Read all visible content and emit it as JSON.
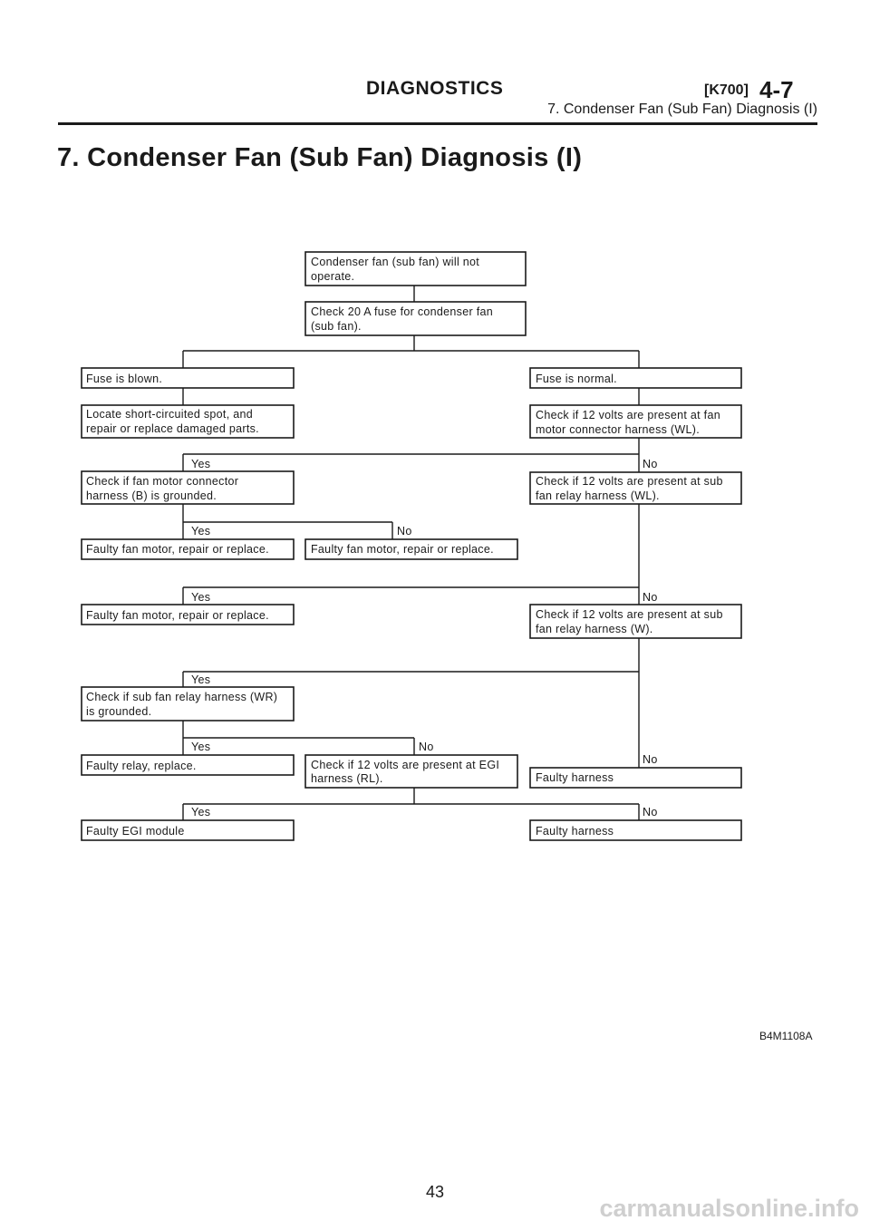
{
  "header": {
    "section": "DIAGNOSTICS",
    "code": "[K700]",
    "chapter": "4-7",
    "subtitle": "7. Condenser Fan (Sub Fan) Diagnosis (I)"
  },
  "title": "7. Condenser Fan (Sub Fan) Diagnosis (I)",
  "boxes": {
    "start": [
      "Condenser fan (sub fan) will not",
      "operate."
    ],
    "check_fuse": [
      "Check 20 A fuse for condenser fan",
      "(sub fan)."
    ],
    "fuse_blown": [
      "Fuse is blown."
    ],
    "fuse_normal": [
      "Fuse is normal."
    ],
    "locate_short": [
      "Locate short-circuited spot, and",
      "repair or replace damaged parts."
    ],
    "check_12v_fan_motor": [
      "Check if 12 volts are present at fan",
      "motor connector harness (WL)."
    ],
    "check_grounded_b": [
      "Check if fan motor connector",
      "harness (B) is grounded."
    ],
    "check_12v_relay_wl": [
      "Check if 12 volts are present at sub",
      "fan relay harness (WL)."
    ],
    "faulty_motor_1": [
      "Faulty fan motor, repair or replace."
    ],
    "faulty_motor_2": [
      "Faulty fan motor, repair or replace."
    ],
    "faulty_motor_3": [
      "Faulty fan motor, repair or replace."
    ],
    "check_12v_relay_w": [
      "Check if 12 volts are present at sub",
      "fan relay harness (W)."
    ],
    "check_relay_wr": [
      "Check if sub fan relay harness (WR)",
      "is grounded."
    ],
    "faulty_relay": [
      "Faulty relay, replace."
    ],
    "check_12v_egi": [
      "Check if 12 volts are present at EGI",
      "harness (RL)."
    ],
    "faulty_harness_1": [
      "Faulty harness"
    ],
    "faulty_egi": [
      "Faulty EGI module"
    ],
    "faulty_harness_2": [
      "Faulty harness"
    ]
  },
  "labels": {
    "yes": "Yes",
    "no": "No"
  },
  "figure_id": "B4M1108A",
  "page_number": "43",
  "watermark": "carmanualsonline.info"
}
